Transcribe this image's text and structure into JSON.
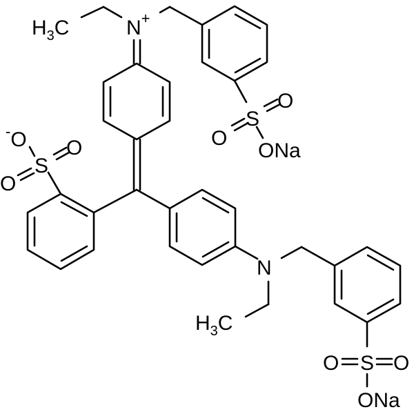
{
  "diagram": {
    "type": "chemical-structure",
    "description": "Skeletal formula of a triarylmethane dye disodium salt (Acid Blue / Brilliant Blue FCF type)",
    "colors": {
      "bond": "#000000",
      "background": "#ffffff"
    },
    "labels": {
      "ethyl_top": {
        "main": "H",
        "sub": "3",
        "tail": "C"
      },
      "iminium_n": {
        "main": "N",
        "sup": "+"
      },
      "sulfonate_top": {
        "o_double_1": "O",
        "s": "S",
        "o_double_2": "O",
        "o_na": "ONa"
      },
      "sulfonate_left": {
        "o_minus": "O",
        "charge": "-",
        "s": "S",
        "o_double_1": "O",
        "o_double_2": "O"
      },
      "amine_n": {
        "main": "N"
      },
      "ethyl_bottom": {
        "main": "H",
        "sub": "3",
        "tail": "C"
      },
      "sulfonate_bottom": {
        "o_left": "O",
        "s": "S",
        "o_right": "O",
        "o_na": "ONa"
      }
    },
    "groups": [
      "N-ethyl iminium with 3-sulfobenzyl (sodium salt)",
      "quinoid cyclohexadienylidene ring",
      "2-sulfonatophenyl ring",
      "4-aminophenyl ring",
      "N-ethyl-N-(3-sulfobenzyl)amine (sodium salt)"
    ]
  }
}
